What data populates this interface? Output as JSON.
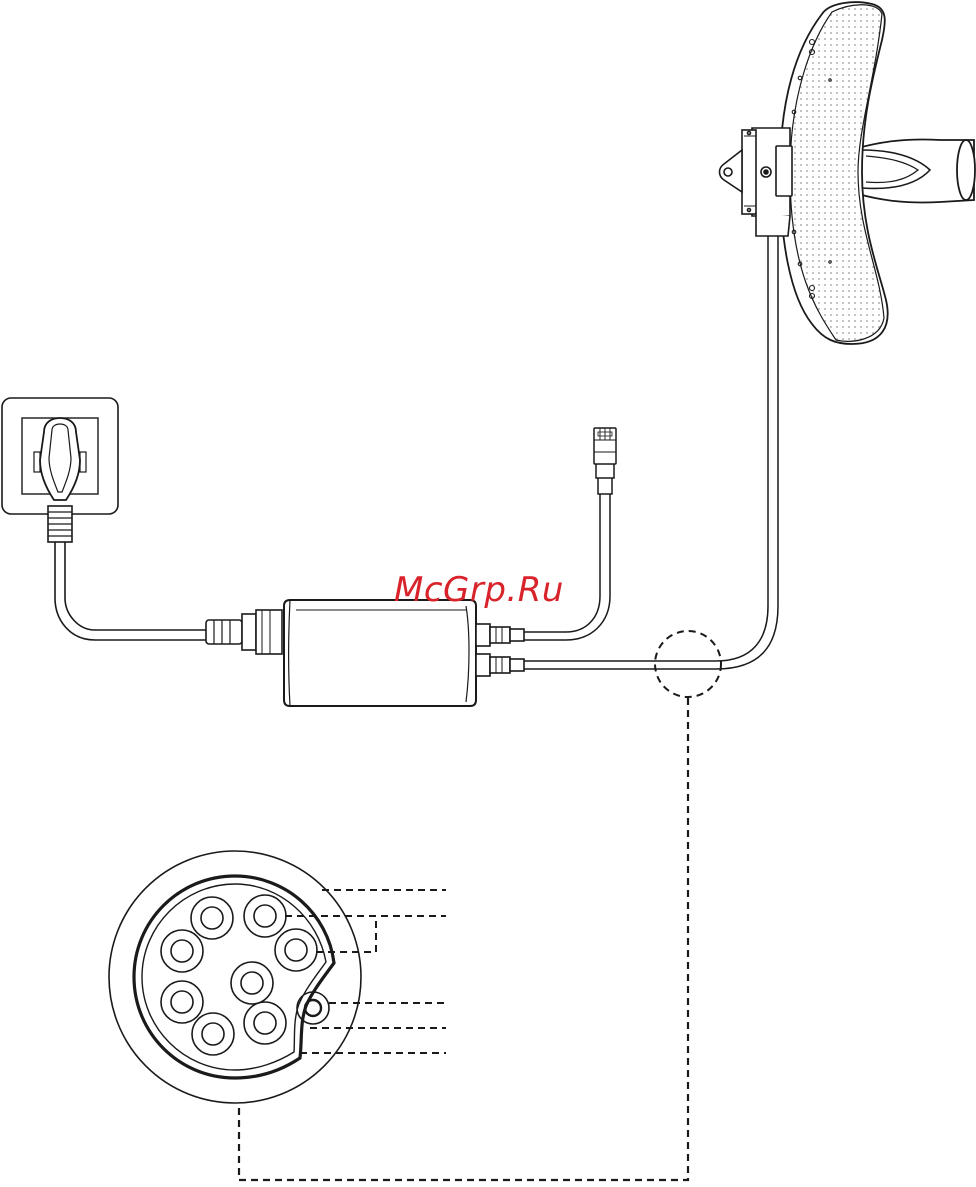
{
  "watermark": {
    "text": "McGrp.Ru",
    "color": "#d8232a"
  },
  "colors": {
    "ink": "#1a1a1a",
    "paper": "#ffffff",
    "dish_dots": "#9a9a9a"
  },
  "components": [
    {
      "id": "wall-socket",
      "kind": "power outlet with plug"
    },
    {
      "id": "poe-injector",
      "kind": "passive PoE adapter"
    },
    {
      "id": "rj45-plug",
      "kind": "LAN cable end"
    },
    {
      "id": "outdoor-antenna",
      "kind": "dish CPE"
    },
    {
      "id": "cable-cross-section",
      "kind": "magnified cable cross-section"
    }
  ]
}
